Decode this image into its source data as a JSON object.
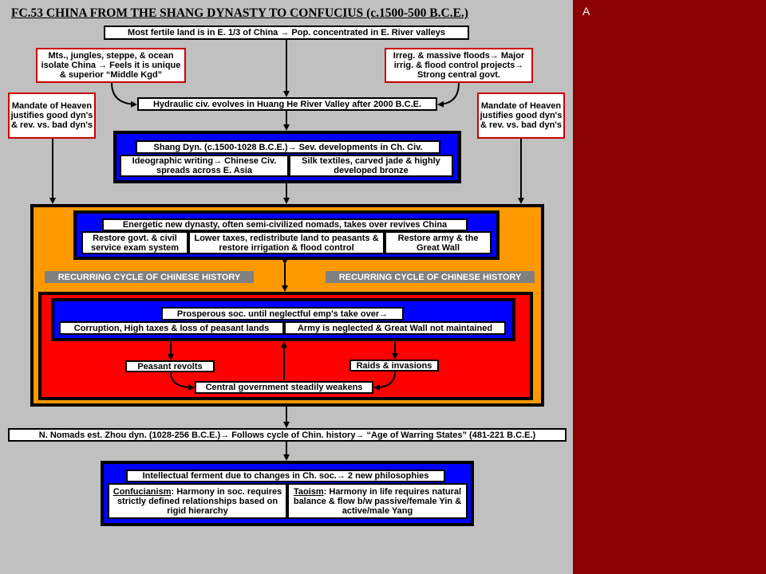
{
  "corner_label": "A",
  "title": "FC.53 CHINA FROM THE SHANG DYNASTY TO CONFUCIUS (c.1500-500 B.C.E.)",
  "fertile": "Most fertile land is in E. 1/3 of China → Pop. concentrated in E. River valleys",
  "isolation": "Mts., jungles, steppe, & ocean isolate China → Feels it is unique & superior “Middle Kgd”",
  "floods": "Irreg. & massive floods→ Major irrig. & flood control projects→ Strong central govt.",
  "hydraulic": "Hydraulic civ. evolves in Huang He River Valley after 2000 B.C.E.",
  "mandate_left": "Mandate of Heaven justifies good dyn's & rev. vs. bad dyn's",
  "mandate_right": "Mandate of Heaven justifies good dyn's & rev. vs. bad dyn's",
  "shang": {
    "header": "Shang Dyn. (c.1500-1028 B.C.E.)→ Sev. developments in Ch. Civ.",
    "left": "Ideographic writing→ Chinese Civ. spreads across E. Asia",
    "right": "Silk textiles, carved jade & highly developed bronze"
  },
  "energetic": {
    "header": "Energetic new dynasty, often semi-civilized nomads, takes over revives China",
    "a": "Restore govt. & civil service exam system",
    "b": "Lower taxes, redistribute land to peasants & restore irrigation & flood control",
    "c": "Restore army & the Great Wall"
  },
  "cycle_left": "RECURRING CYCLE OF CHINESE HISTORY",
  "cycle_right": "RECURRING CYCLE OF CHINESE HISTORY",
  "prosperous": {
    "header": "Prosperous soc. until neglectful emp's take over→",
    "left": "Corruption, High taxes & loss of peasant lands",
    "right": "Army is neglected & Great Wall not maintained"
  },
  "peasant": "Peasant revolts",
  "raids": "Raids & invasions",
  "weakens": "Central government steadily weakens",
  "zhou": "N. Nomads est. Zhou dyn. (1028-256 B.C.E.)→ Follows cycle of Chin. history→ “Age of Warring States” (481-221 B.C.E.)",
  "intellectual": {
    "header": "Intellectual ferment due to changes in Ch. soc.→ 2 new philosophies",
    "conf_name": "Confucianism",
    "conf_text": ": Harmony in soc. requires strictly defined relationships based on rigid hierarchy",
    "tao_name": "Taoism",
    "tao_text": ": Harmony in life requires natural balance & flow b/w passive/female Yin & active/male Yang"
  },
  "colors": {
    "slide_bg": "#c0c0c0",
    "outer_bg": "#8b0000",
    "blue": "#0000ff",
    "orange": "#ff9900",
    "red": "#ff0000",
    "gray": "#808080"
  }
}
